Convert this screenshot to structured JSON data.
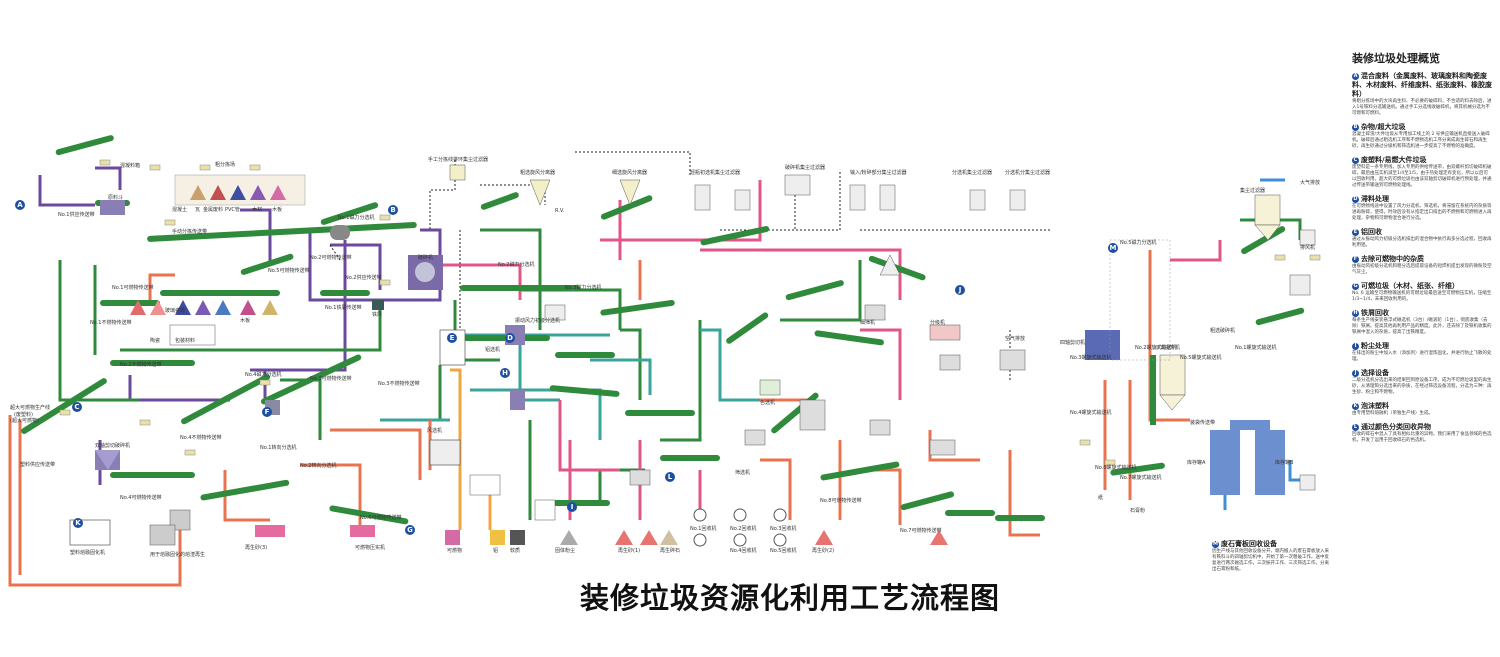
{
  "title": "装修垃圾资源化利用工艺流程图",
  "legend": {
    "title": "装修垃圾处理概览",
    "sections": [
      {
        "mark": "A",
        "head": "混合废料（金属废料、玻璃废料和陶瓷废料、木材废料、纤维废料、纸张废料、橡胶废料）",
        "body": "将粗分拣场中的大块再生料、不必要的破碎料，不合适的料去除后，进入1号铁料分选输送机。通过手工分选线收破碎机，将其机械分选为不可燃和可燃料。"
      },
      {
        "mark": "B",
        "head": "杂物/超大垃圾",
        "body": "混凝土碎渣/大件垃圾从专用加工线上的 2 号供应输送机直接送入破碎机。破碎后通过粗选机工序和不燃物选机工序分离成再生碎石和再生砂。再生砂通过分级机和筛选机进一步提高了不燃物的准确度。"
      },
      {
        "mark": "C",
        "head": "废塑料/易燃大件垃圾",
        "body": "废塑料是一条专用线，加入专用的供给传送带，由双螺杆剪切破碎机破碎，最后由压实机减至1/4至1/5，由于热处理定有变化，所以以后可以回收利用。超大的可燃垃圾也由该双轴剪切破碎机进行预处理，并通过传送带输送到可燃物处理线。"
      },
      {
        "mark": "D",
        "head": "滞料处理",
        "body": "在可燃物线途中设置了风力分选机、筛选机，将滞留在系统内的杂质等进再粉碎，使得，时效后没有从指定出口排出的不燃物和可燃物进入再处理，杂物和可燃物混合进行分选。"
      },
      {
        "mark": "E",
        "head": "铝回收",
        "body": "通过从振动风力初级分选机排出的混合物中执行再多分选过程，回收再利用铝。"
      },
      {
        "mark": "F",
        "head": "去除可燃物中的杂质",
        "body": "由振动风初级分选机和粗分选后提取设备的短焊机提出发现的微粉及空气灰尘。"
      },
      {
        "mark": "G",
        "head": "可燃垃圾（木材、纸张、纤维）",
        "body": "No. 6 运输至可燃物输送机的可燃垃圾最后送至可燃物压实机，压缩至1/3~1/4，未来回收利用的。"
      },
      {
        "mark": "H",
        "head": "铁屑回收",
        "body": "每条生产线安装悬浮式磁选机（3台）/磁滚轮（1台），彻底收集（去除）铁屑。提高其他再利用产品的精度。此外，还去除了及铁机收集的铁屑中混入的杂质，提高了出铁精度。"
      },
      {
        "mark": "I",
        "head": "粉尘处理",
        "body": "在排出的粉尘中加入水（添加剂）进行混炼固化，并进行防止飞散的处理。"
      },
      {
        "mark": "J",
        "head": "选择设备",
        "body": "二级分选机分选出来的结果回到原设备工序。成为不可燃垃圾里的再生砂，从清理筒分选出来的杂质，在经过筛选设备流程，分选为三种：再生砂、粉尘和不燃物。"
      },
      {
        "mark": "K",
        "head": "泡沫塑料",
        "body": "由专用塑料熔融机（单独生产线）生成。"
      },
      {
        "mark": "L",
        "head": "通过颜色分类回收异物",
        "body": "回收的碎石中混入了具有相似比重的异物。我们采用了食品领域的色选机，开发了运用于回收碎石的色选机。"
      }
    ]
  },
  "note_m": {
    "mark": "M",
    "head": "废石膏板回收设备",
    "body": "因生产线与其他回收设备分开，端内搬入的废石膏板放入采有铁料斗的四轴剪切机中，开始了第一次粗破工作。送中反复进行两次磁选工作，三次振开工作、三次筛选工作，分离出石膏粉和纸。"
  },
  "circles": [
    "A",
    "B",
    "C",
    "D",
    "E",
    "F",
    "G",
    "H",
    "I",
    "J",
    "K",
    "L",
    "M"
  ],
  "labels": {
    "hand_sort_dust": "手工分拣线排环集尘过滤器",
    "cyclone_sep": "粗选旋风分离器",
    "fine_cyclone": "细选旋风分离器",
    "dust_air_1": "轻瓶初选机集尘过滤器",
    "dust_air_2": "破碎机集尘过滤器",
    "dust_air_3": "输入/粉碎部分集尘过滤器",
    "dust_air_4": "分选机集尘过滤器",
    "dust_air_5": "分选机分集尘过滤器",
    "air_exhaust": "空气排放",
    "rv": "R.V.",
    "conv_no1_supply": "No.1供应传送带",
    "mat_bucket": "原料斗",
    "feed_hopper": "混凝料箱",
    "rough_sort": "粗分拣场",
    "cat_concrete": "混凝土",
    "cat_tile": "瓦",
    "cat_metal": "金属废料",
    "cat_pvc": "PVC管",
    "cat_wood": "木材",
    "cat_wood2": "木板",
    "hand_sort_conv": "手动分拣传送带",
    "mag_sep_1": "No.1磁力分选机",
    "crusher": "破碎机",
    "conv_no2_supply": "No.2供应传送带",
    "conv_no2_flammable": "No.2可燃物传送带",
    "conv_no5_flammable": "No.5可燃物传送带",
    "conv_no1_iron": "No.1铁屑传送带",
    "iron": "铁屑",
    "conv_no1_flammable": "No.1可燃物传送带",
    "conv_no1_nonflam": "No.1不燃物传送带",
    "conv_no2_nonflam": "No.2不燃物传送带",
    "conv_no3_nonflam": "No.3不燃物传送带",
    "conv_no4_nonflam": "No.4不燃物传送带",
    "conv_no3_flammable": "No.3可燃物传送带",
    "conv_no4_flammable": "No.4可燃物传送带",
    "conv_no6_flammable": "No.6可燃物传送带",
    "conv_no7_flammable": "No.7可燃物传送带",
    "conv_no8_flammable": "No.8可燃物传送带",
    "mag_sep_2": "No.2磁力分选机",
    "mag_sep_3": "No.3磁力分选机",
    "mag_sep_4": "No.4磁力分选机",
    "mag_sep_5": "No.5磁力分选机",
    "rotary_sep_1": "No.1转向分选机",
    "rotary_sep_2": "No.2转向分选机",
    "ceramic": "陶瓷",
    "glass_tile": "玻璃瓷砖",
    "wood_panel": "木板",
    "packaging": "包装材料",
    "oversize_plastic": "超大可燃物生产线",
    "waste_plastic": "(废塑料)",
    "oversize_flam": "(超大可燃物)",
    "plastic_supply": "塑料供应传送带",
    "twin_shredder": "双轴剪切破碎机",
    "plastic_melt": "塑料熔融固化机",
    "melt_product": "用于熔融固化的熔渣再生",
    "flam_compactor": "可燃物压实机",
    "wind_sep": "风选机",
    "aluminum": "铝",
    "aluminum_sep": "铝选机",
    "recycled_sand_3": "再生砂(3)",
    "recycled_sand_1": "再生砂(1)",
    "recycled_sand_2": "再生砂(2)",
    "recycled_gravel": "再生碎石",
    "flammable": "可燃物",
    "dust_solid": "固体粉尘",
    "soft_concrete": "软质",
    "no1_bin": "No.1回收机",
    "no2_bin": "No.2回收机",
    "no3_bin": "No.3回收机",
    "no4_bin": "No.4回收机",
    "no5_bin": "No.5回收机",
    "color_sorter": "色选机",
    "sieve": "筛选机",
    "classifier": "分级机",
    "vibrating_sep": "振动风力初级分选机",
    "fine_sieve": "细筛机",
    "gypsum_conv_1": "No.1螺旋式输送机",
    "gypsum_conv_2": "No.2螺旋式输送机",
    "gypsum_conv_3": "No.3螺旋式输送机",
    "gypsum_conv_4": "No.4螺旋式输送机",
    "gypsum_conv_5": "No.5螺旋式输送机",
    "gypsum_conv_6": "No.6螺旋式输送机",
    "gypsum_conv_7": "No.7螺旋式输送机",
    "gypsum_hopper": "四轴剪切机",
    "gypsum_powder": "石膏粉",
    "paper": "纸",
    "storage_a": "库存罐A",
    "storage_b": "库存罐B",
    "dust_collector": "集尘过滤器",
    "bag_conv": "装袋传送带",
    "fan": "排风机",
    "bucket_elev": "斗式提升机",
    "air_discharge": "大气排放",
    "coarse_crush": "粗选破碎机"
  }
}
